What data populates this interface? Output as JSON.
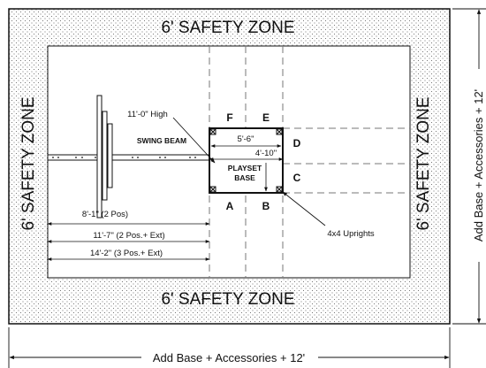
{
  "safety_zones": {
    "top": "6' SAFETY ZONE",
    "bottom": "6' SAFETY ZONE",
    "left": "6' SAFETY ZONE",
    "right": "6' SAFETY ZONE"
  },
  "labels": {
    "swing_beam": "SWING BEAM",
    "playset_base_line1": "PLAYSET",
    "playset_base_line2": "BASE",
    "height_callout": "11'-0\" High",
    "uprights_callout": "4x4 Uprights"
  },
  "dimensions": {
    "width_5_6": "5'-6\"",
    "depth_4_10": "4'-10\"",
    "beam_2pos": "8'-1\" (2 Pos)",
    "beam_2pos_ext": "11'-7\" (2 Pos.+ Ext)",
    "beam_3pos_ext": "14'-2\" (3 Pos.+ Ext)"
  },
  "corner_letters": {
    "F": "F",
    "E": "E",
    "D": "D",
    "C": "C",
    "A": "A",
    "B": "B"
  },
  "overall": {
    "bottom": "Add Base + Accessories + 12'",
    "right": "Add Base + Accessories + 12'"
  }
}
